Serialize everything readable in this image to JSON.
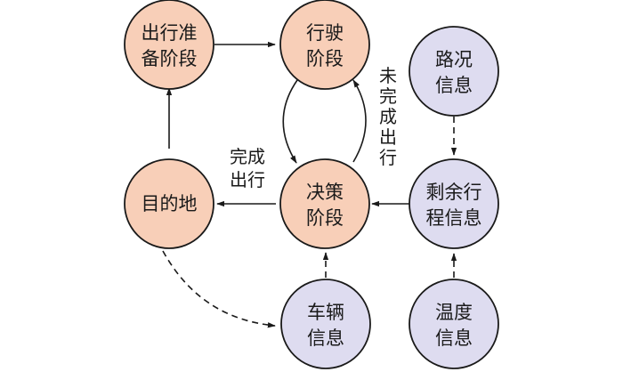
{
  "colors": {
    "stage_fill": "#f8cfb8",
    "info_fill": "#dedcf0",
    "stroke": "#1a1a1a"
  },
  "nodes": {
    "prep": {
      "line1": "出行准",
      "line2": "备阶段"
    },
    "driving": {
      "line1": "行驶",
      "line2": "阶段"
    },
    "road": {
      "line1": "路况",
      "line2": "信息"
    },
    "destination": {
      "line1": "目的地"
    },
    "decision": {
      "line1": "决策",
      "line2": "阶段"
    },
    "remaining": {
      "line1": "剩余行",
      "line2": "程信息"
    },
    "vehicle": {
      "line1": "车辆",
      "line2": "信息"
    },
    "temperature": {
      "line1": "温度",
      "line2": "信息"
    }
  },
  "edges": {
    "not_complete": [
      "未",
      "完",
      "成",
      "出",
      "行"
    ],
    "complete": {
      "line1": "完成",
      "line2": "出行"
    }
  }
}
